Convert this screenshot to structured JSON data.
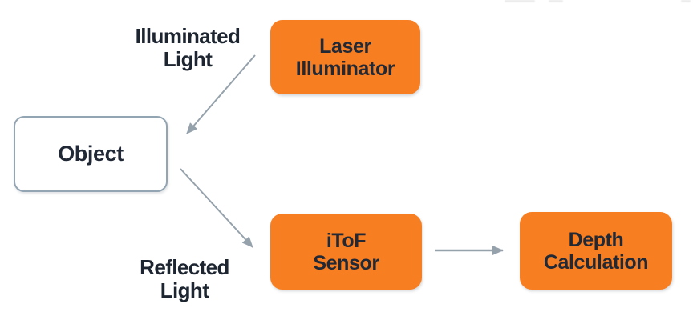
{
  "colors": {
    "background": "#FFFFFF",
    "node_fill": "#F87E22",
    "node_text": "#212936",
    "object_fill": "#FFFFFF",
    "object_border": "#93A5B2",
    "arrow": "#95A1AB",
    "label_text": "#1D2531"
  },
  "nodes": {
    "laser_illuminator": {
      "line1": "Laser",
      "line2": "Illuminator"
    },
    "object": {
      "label": "Object"
    },
    "itof_sensor": {
      "line1": "iToF",
      "line2": "Sensor"
    },
    "depth_calculation": {
      "line1": "Depth",
      "line2": "Calculation"
    }
  },
  "edge_labels": {
    "illuminated_light": {
      "line1": "Illuminated",
      "line2": "Light"
    },
    "reflected_light": {
      "line1": "Reflected",
      "line2": "Light"
    }
  }
}
